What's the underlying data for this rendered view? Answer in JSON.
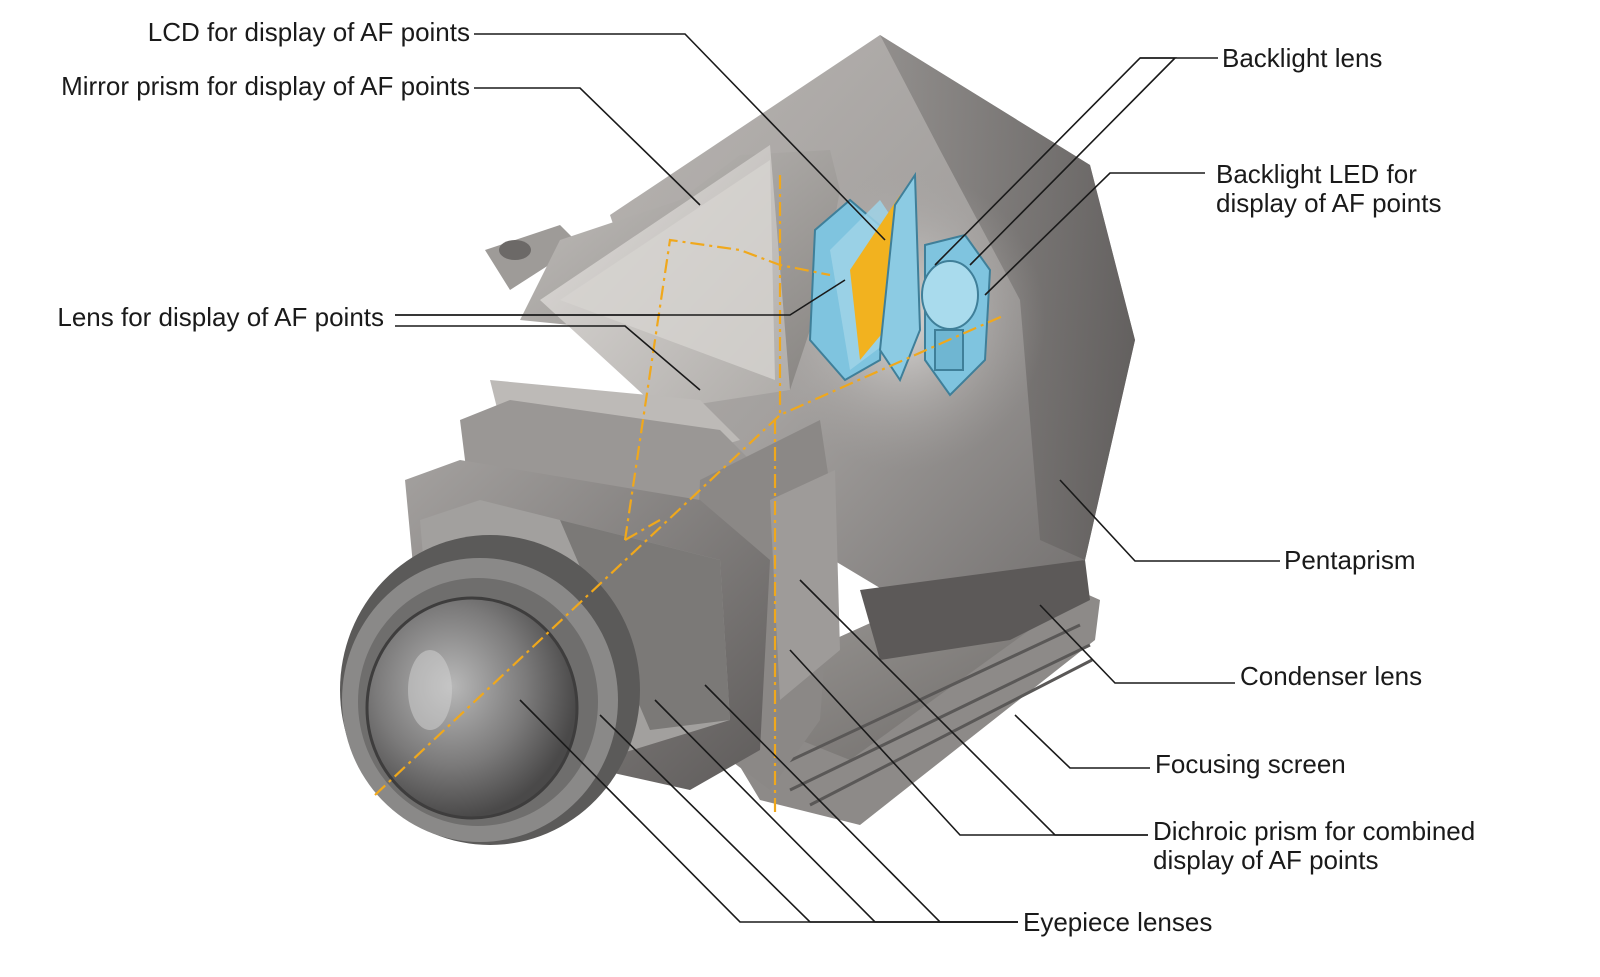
{
  "labels": {
    "lcd": "LCD for display of AF points",
    "mirror_prism": "Mirror prism for display of AF points",
    "lens_af": "Lens for display of AF points",
    "backlight_lens": "Backlight lens",
    "backlight_led_line1": "Backlight LED for",
    "backlight_led_line2": "display of AF points",
    "pentaprism": "Pentaprism",
    "condenser_lens": "Condenser lens",
    "focusing_screen": "Focusing screen",
    "dichroic_line1": "Dichroic prism for combined",
    "dichroic_line2": "display of AF points",
    "eyepiece_lenses": "Eyepiece lenses"
  },
  "colors": {
    "leader_line": "#1a1a1a",
    "optical_path": "#f0a81c",
    "housing": "#8e8b89",
    "blue_components": "#7fc4df",
    "lcd_panel": "#f2b21f"
  }
}
